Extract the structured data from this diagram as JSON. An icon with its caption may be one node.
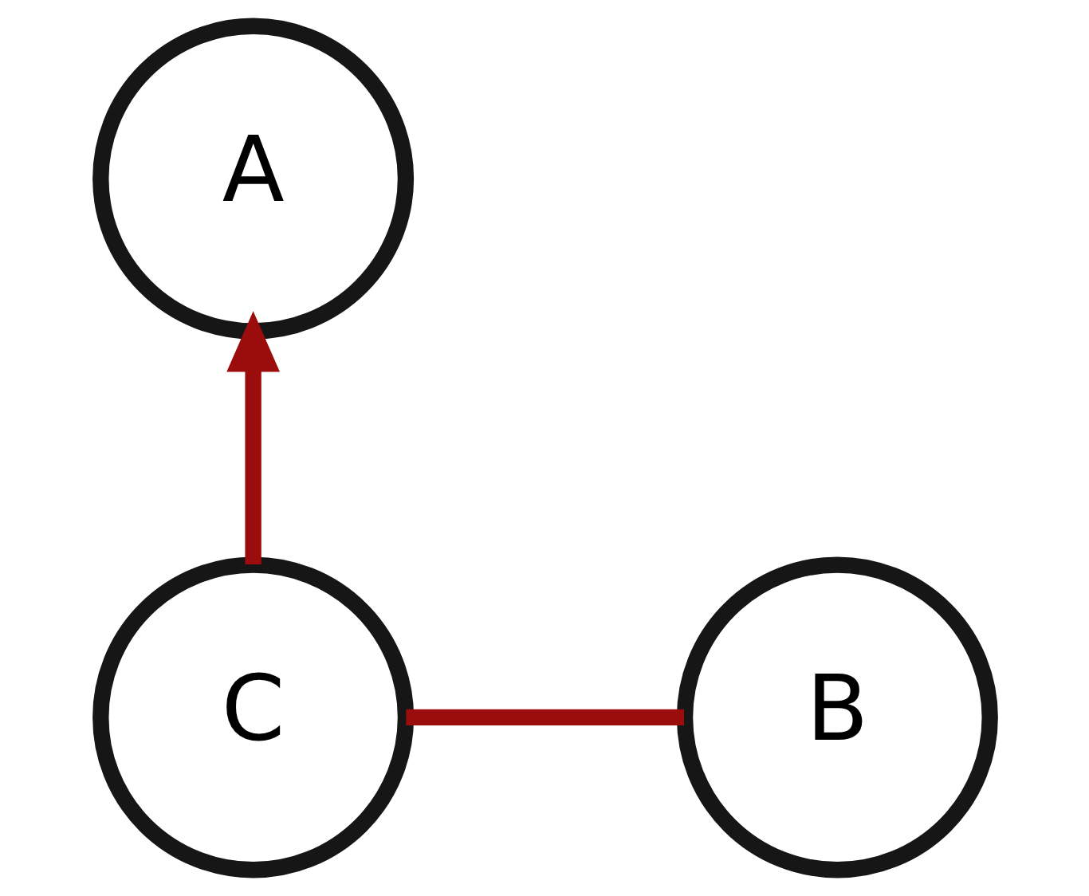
{
  "diagram": {
    "nodes": [
      {
        "text": [
          "A"
        ]
      },
      {
        "text": [
          "B"
        ]
      },
      {
        "text": [
          "C"
        ]
      }
    ],
    "edges": [
      {
        "from": 2,
        "to": 0,
        "arrow": "to"
      },
      {
        "from": 2,
        "to": 1,
        "arrow": "none"
      }
    ]
  }
}
